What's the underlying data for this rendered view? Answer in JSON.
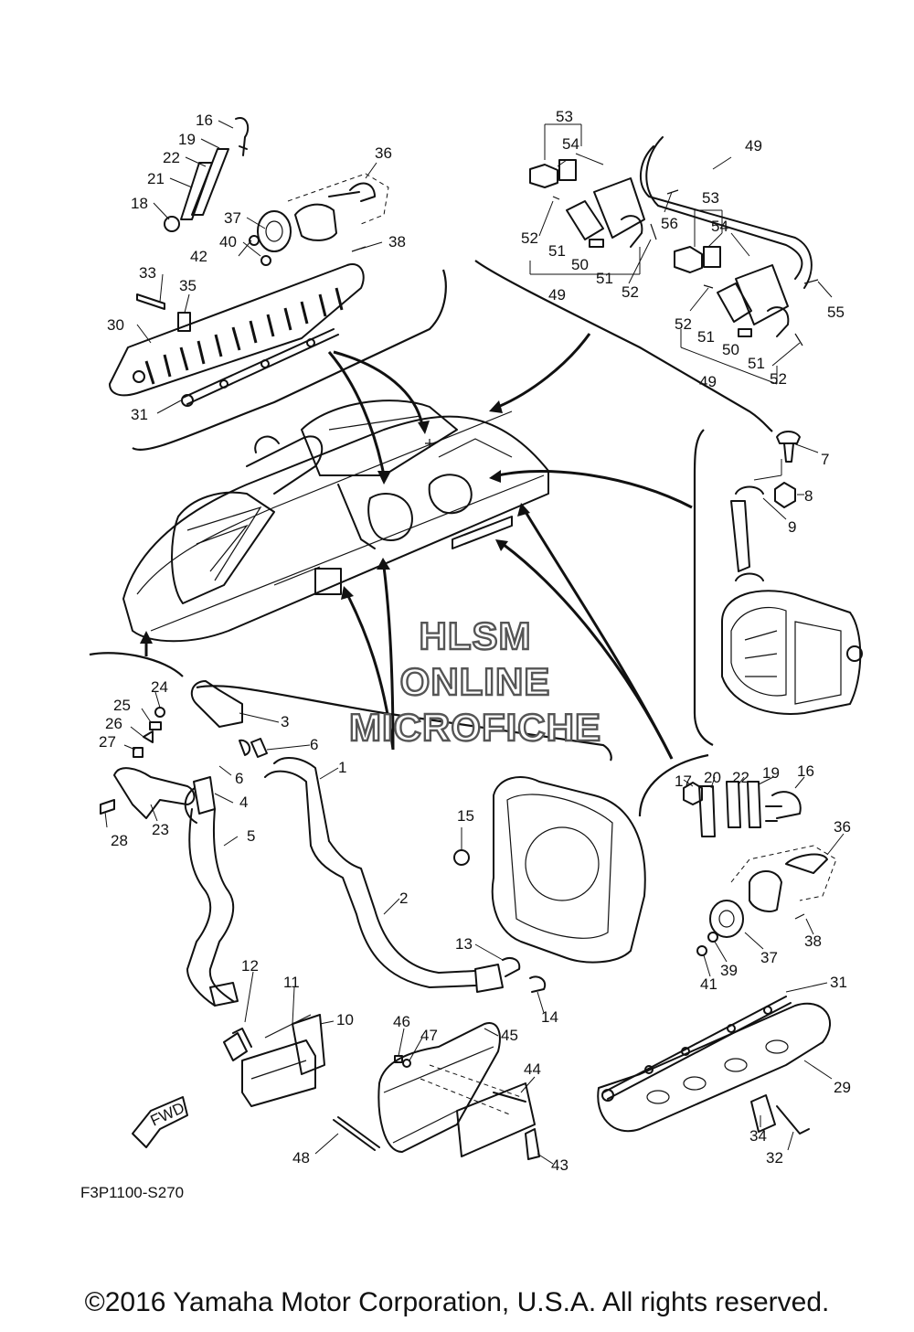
{
  "diagram_code": "F3P1100-S270",
  "watermark": [
    "HLSM",
    "ONLINE",
    "MICROFICHE"
  ],
  "direction_label": "FWD",
  "copyright": "©2016 Yamaha Motor Corporation, U.S.A. All rights reserved.",
  "callouts": {
    "c1": "1",
    "c2": "2",
    "c3": "3",
    "c4": "4",
    "c5": "5",
    "c6a": "6",
    "c6b": "6",
    "c7": "7",
    "c8": "8",
    "c9": "9",
    "c10": "10",
    "c11": "11",
    "c12": "12",
    "c13": "13",
    "c14": "14",
    "c15": "15",
    "c16a": "16",
    "c16b": "16",
    "c17": "17",
    "c18": "18",
    "c19a": "19",
    "c19b": "19",
    "c20": "20",
    "c21": "21",
    "c22a": "22",
    "c22b": "22",
    "c23": "23",
    "c24": "24",
    "c25": "25",
    "c26": "26",
    "c27": "27",
    "c28": "28",
    "c29": "29",
    "c30": "30",
    "c31a": "31",
    "c31b": "31",
    "c32": "32",
    "c33": "33",
    "c34": "34",
    "c35": "35",
    "c36a": "36",
    "c36b": "36",
    "c37a": "37",
    "c37b": "37",
    "c38a": "38",
    "c38b": "38",
    "c39": "39",
    "c40": "40",
    "c41": "41",
    "c42": "42",
    "c43": "43",
    "c44": "44",
    "c45": "45",
    "c46": "46",
    "c47": "47",
    "c48": "48",
    "c49a": "49",
    "c49b": "49",
    "c49c": "49",
    "c50a": "50",
    "c50b": "50",
    "c51a": "51",
    "c51b": "51",
    "c51c": "51",
    "c51d": "51",
    "c52a": "52",
    "c52b": "52",
    "c52c": "52",
    "c52d": "52",
    "c53a": "53",
    "c53b": "53",
    "c54a": "54",
    "c54b": "54",
    "c55": "55",
    "c56": "56"
  }
}
